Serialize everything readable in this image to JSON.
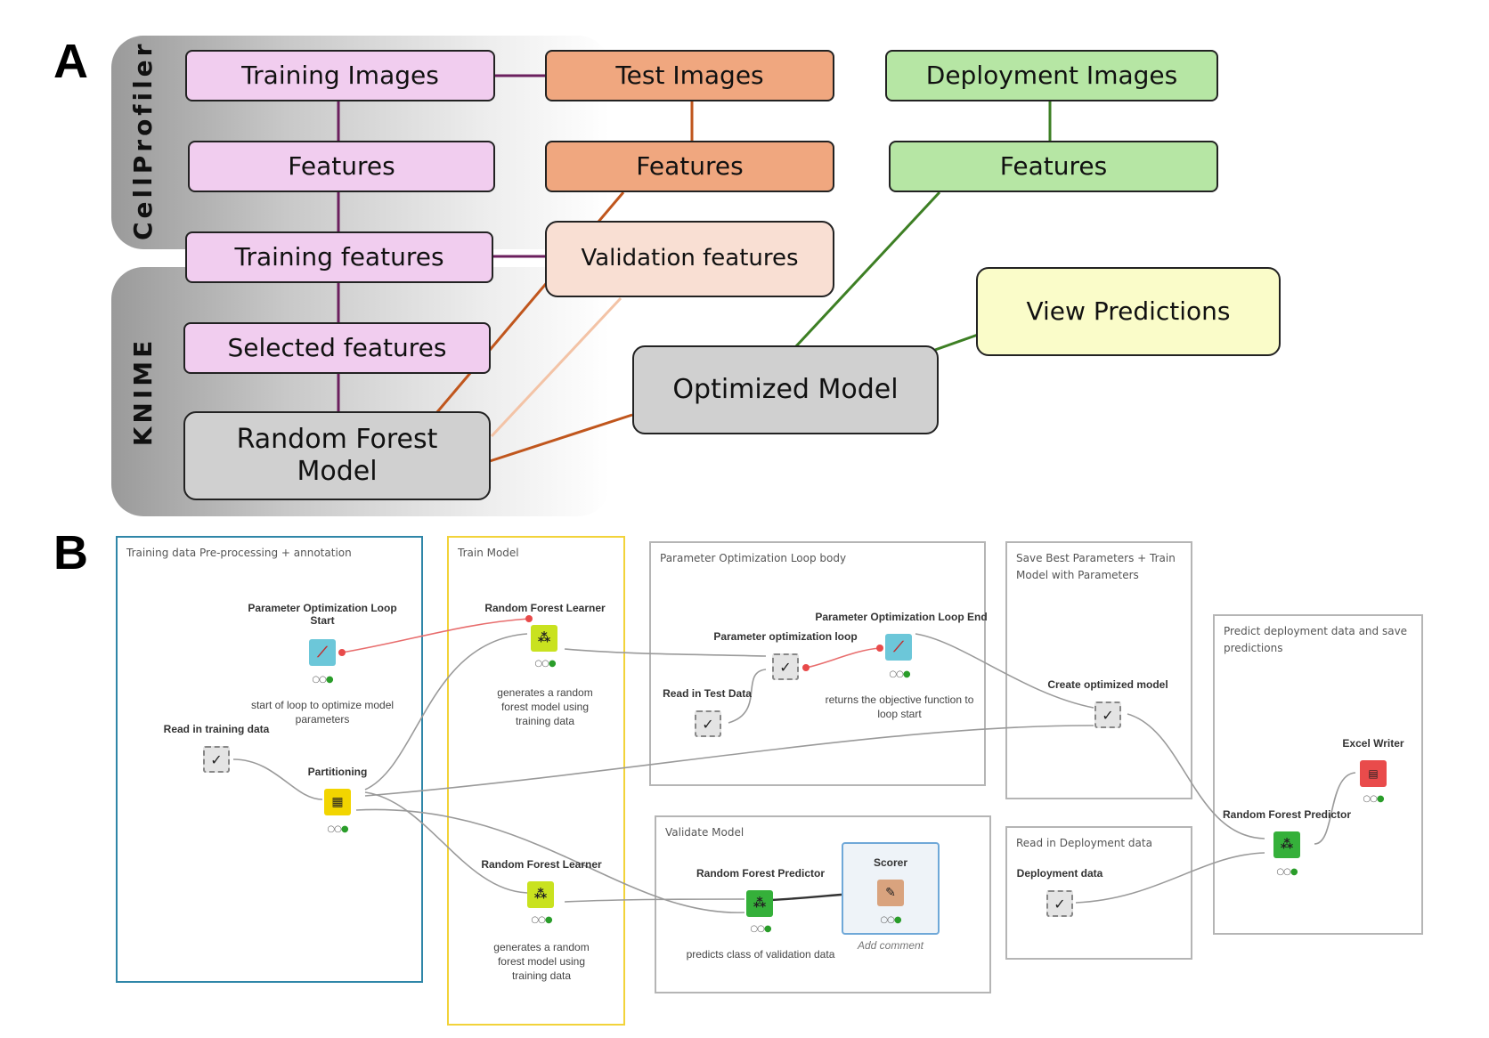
{
  "panel_a": {
    "letter": "A",
    "bands": {
      "cellprofiler": "CellProfiler",
      "knime": "KNIME"
    },
    "boxes": {
      "training_images": "Training Images",
      "training_image_features": "Features",
      "training_features": "Training features",
      "selected_features": "Selected features",
      "random_forest_model": "Random Forest Model",
      "test_images": "Test Images",
      "test_features": "Features",
      "validation_features": "Validation features",
      "deployment_images": "Deployment Images",
      "deployment_features": "Features",
      "optimized_model": "Optimized Model",
      "view_predictions": "View Predictions"
    },
    "colors": {
      "training": "#f1cdef",
      "test": "#f0a77f",
      "validation": "#f9dfd3",
      "deployment": "#b6e6a4",
      "predictions": "#fafcc9",
      "model": "#d0d0d0",
      "training_line": "#6b1f5e",
      "test_line": "#c0561d",
      "validation_line": "#f3c3a6",
      "deployment_line": "#3d7f24"
    }
  },
  "panel_b": {
    "letter": "B",
    "groups": {
      "preprocessing": "Training data Pre-processing + annotation",
      "train": "Train Model",
      "optimization": "Parameter Optimization Loop body",
      "save": "Save Best Parameters + Train Model with Parameters",
      "predict": "Predict deployment data and save predictions",
      "validate": "Validate Model",
      "deployment": "Read in Deployment data"
    },
    "nodes": {
      "param_loop_start": {
        "label": "Parameter Optimization Loop Start",
        "comment": "start of loop to optimize model parameters",
        "icon": "loop-start-icon"
      },
      "read_training": {
        "label": "Read in training data",
        "icon": "checkmark-icon"
      },
      "partitioning": {
        "label": "Partitioning",
        "icon": "partition-icon"
      },
      "rf_learner_top": {
        "label": "Random Forest Learner",
        "comment": "generates a random forest model using training data",
        "icon": "random-forest-learner-icon"
      },
      "rf_learner_bottom": {
        "label": "Random Forest Learner",
        "comment": "generates a random forest model using training data",
        "icon": "random-forest-learner-icon"
      },
      "param_loop": {
        "label": "Parameter optimization loop",
        "icon": "checkmark-icon"
      },
      "read_test": {
        "label": "Read in Test Data",
        "icon": "checkmark-icon"
      },
      "param_loop_end": {
        "label": "Parameter Optimization Loop End",
        "comment": "returns the objective function to loop start",
        "icon": "loop-end-icon"
      },
      "create_optimized": {
        "label": "Create optimized model",
        "icon": "checkmark-icon"
      },
      "rf_predictor_validate": {
        "label": "Random Forest Predictor",
        "comment": "predicts class of validation data",
        "icon": "random-forest-predictor-icon"
      },
      "scorer": {
        "label": "Scorer",
        "comment": "Add comment",
        "icon": "scorer-icon"
      },
      "deployment_data": {
        "label": "Deployment data",
        "icon": "checkmark-icon"
      },
      "rf_predictor_deploy": {
        "label": "Random Forest Predictor",
        "icon": "random-forest-predictor-icon"
      },
      "excel_writer": {
        "label": "Excel Writer",
        "icon": "excel-writer-icon"
      }
    },
    "colors": {
      "preprocessing_border": "#2f86a8",
      "train_border": "#f2d33a",
      "scorer_border": "#6fa8d8",
      "flow_line": "#9a9a9a",
      "variable_line": "#e86d6d",
      "partition_node": "#f2d500",
      "learner_node": "#c9e21f",
      "predictor_node": "#35b03a",
      "scorer_node": "#d9a37e",
      "excel_node": "#e94b4b",
      "loop_node": "#6cc7d9"
    }
  }
}
